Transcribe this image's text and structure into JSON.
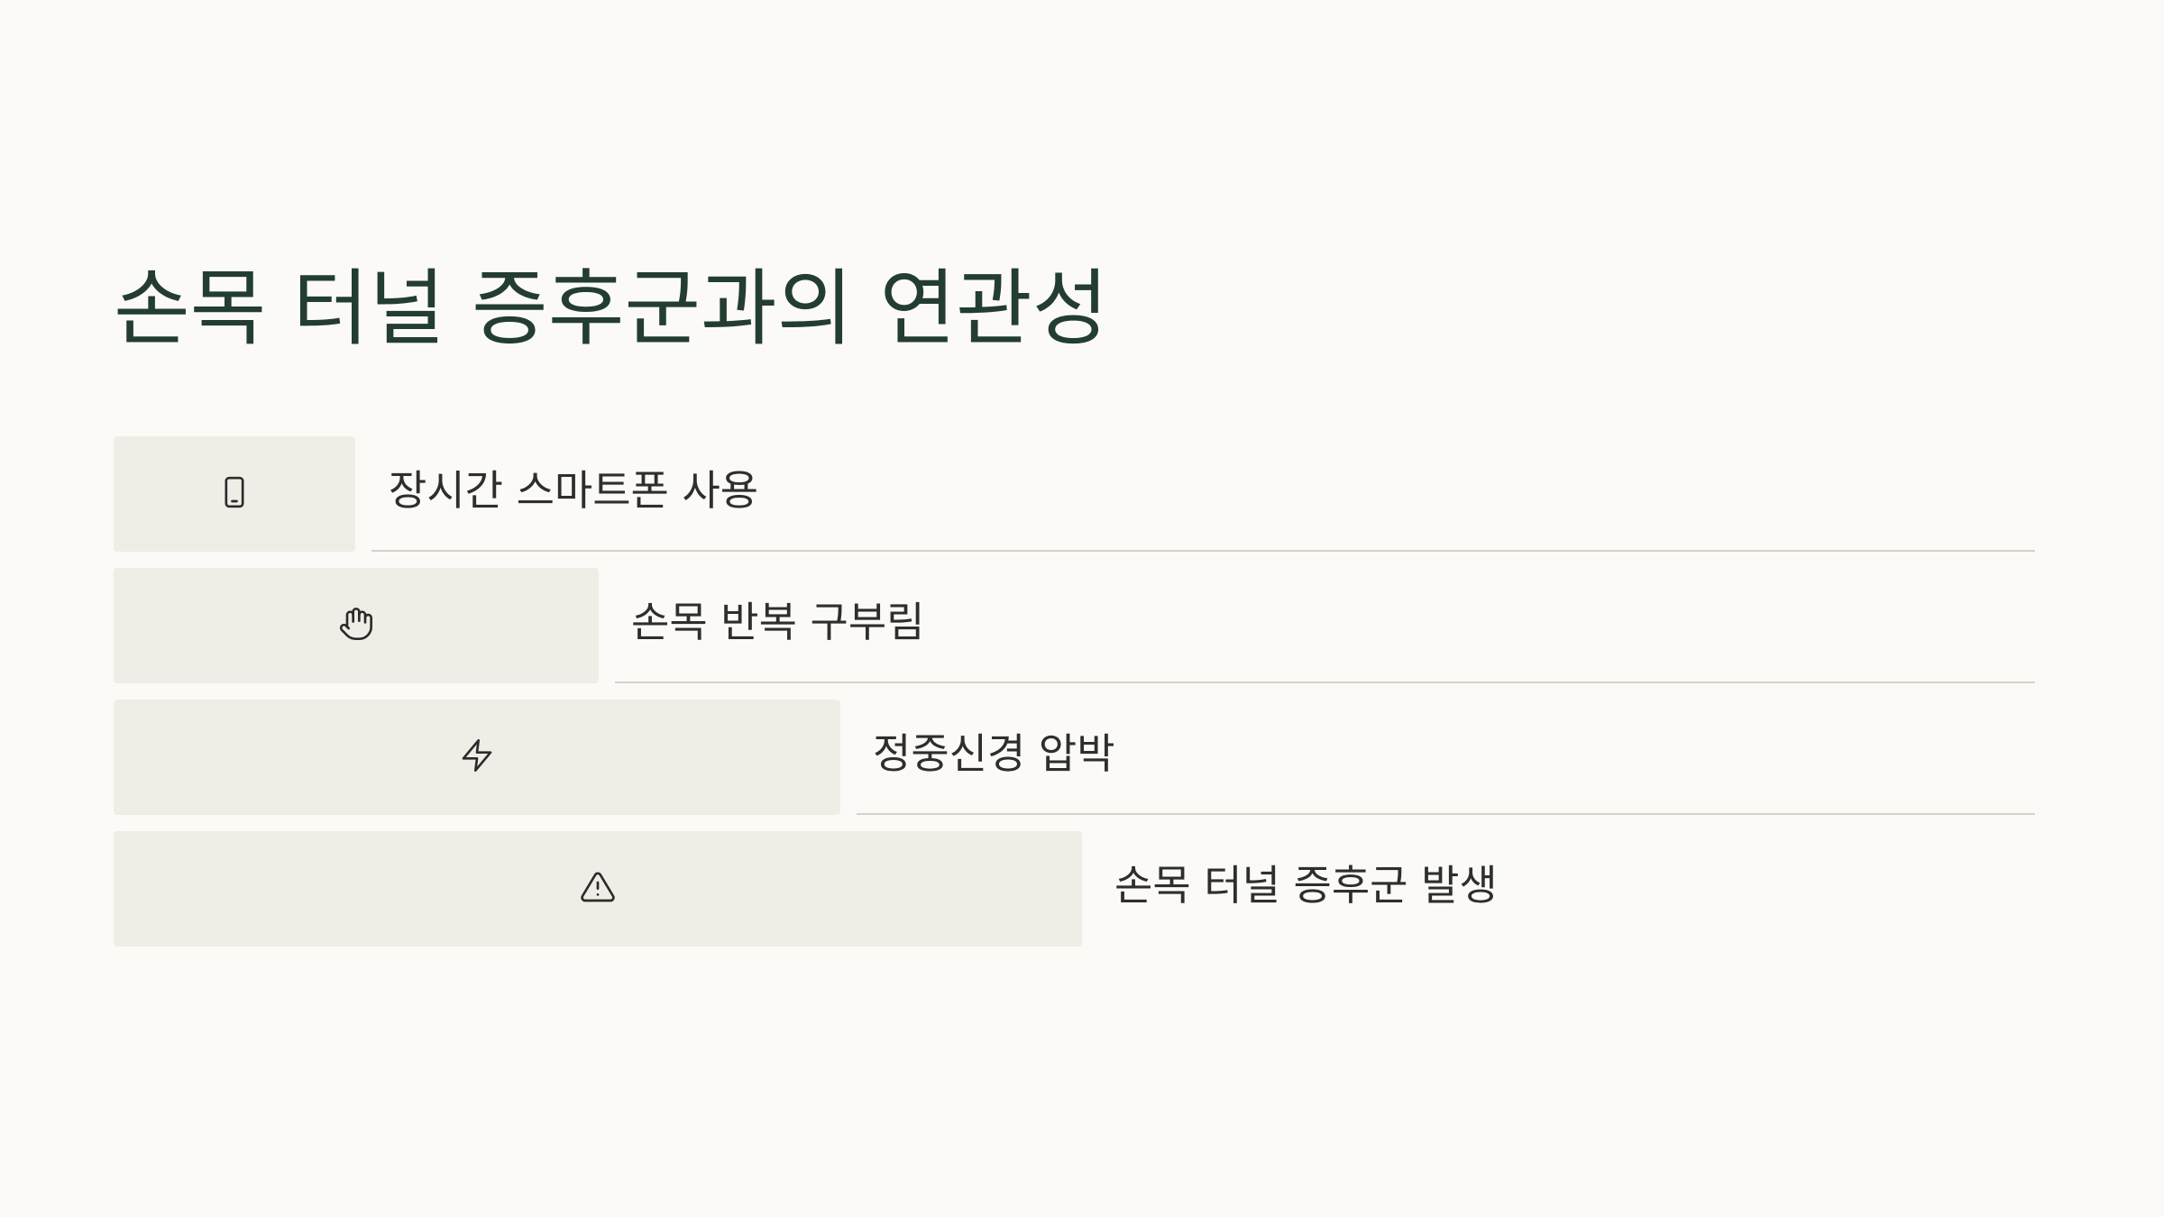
{
  "title": "손목 터널 증후군과의 연관성",
  "steps": [
    {
      "icon": "smartphone-icon",
      "label": "장시간 스마트폰 사용",
      "has_rule": true
    },
    {
      "icon": "hand-icon",
      "label": "손목 반복 구부림",
      "has_rule": true
    },
    {
      "icon": "lightning-icon",
      "label": "정중신경 압박",
      "has_rule": true
    },
    {
      "icon": "warning-triangle-icon",
      "label": "손목 터널 증후군 발생",
      "has_rule": false
    }
  ],
  "colors": {
    "background": "#fbfaf7",
    "title": "#233d31",
    "block": "#f0ede7",
    "text": "#2e2e2e",
    "rule": "#d4d2cd"
  }
}
